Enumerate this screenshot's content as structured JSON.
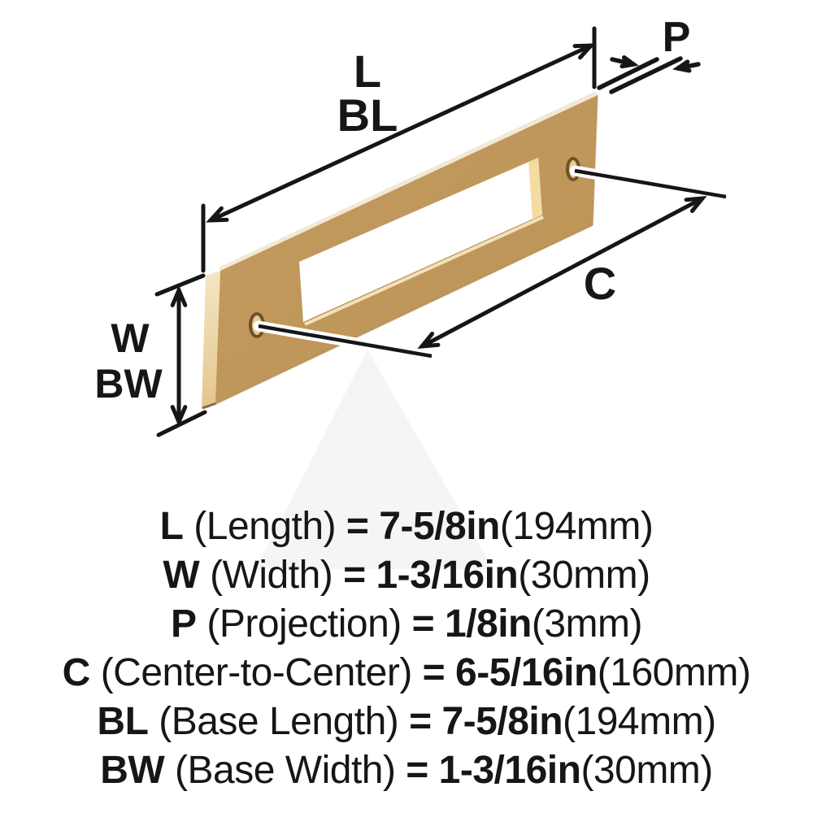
{
  "diagram": {
    "labels": {
      "length": "L",
      "base_length": "BL",
      "projection": "P",
      "center_to_center": "C",
      "width": "W",
      "base_width": "BW"
    }
  },
  "legend": {
    "rows": [
      {
        "code": "L",
        "label": "(Length)",
        "equals": "=",
        "value": "7-5/8in",
        "metric": "(194mm)"
      },
      {
        "code": "W",
        "label": "(Width)",
        "equals": "=",
        "value": "1-3/16in",
        "metric": "(30mm)"
      },
      {
        "code": "P",
        "label": "(Projection)",
        "equals": "=",
        "value": "1/8in",
        "metric": "(3mm)"
      },
      {
        "code": "C",
        "label": "(Center-to-Center)",
        "equals": "=",
        "value": "6-5/16in",
        "metric": "(160mm)"
      },
      {
        "code": "BL",
        "label": "(Base Length)",
        "equals": "=",
        "value": "7-5/8in",
        "metric": "(194mm)"
      },
      {
        "code": "BW",
        "label": "(Base Width)",
        "equals": "=",
        "value": "1-3/16in",
        "metric": "(30mm)"
      }
    ]
  },
  "colors": {
    "background": "#FFFFFF",
    "line": "#161616",
    "plate-face": "#C49B60",
    "plate-face-dark": "#BC9355",
    "plate-edge": "#EFDCAC",
    "plate-top": "#F1E8D6",
    "plate-shade": "#A8834E",
    "cutout-inner": "#F3DCA2",
    "cutout-highlight": "#F2E2BB",
    "hole-fill": "#E4CB97",
    "hole-ring": "#6F5129",
    "leader-casing": "#FFFFFF",
    "watermark": "#F5F5F6"
  }
}
